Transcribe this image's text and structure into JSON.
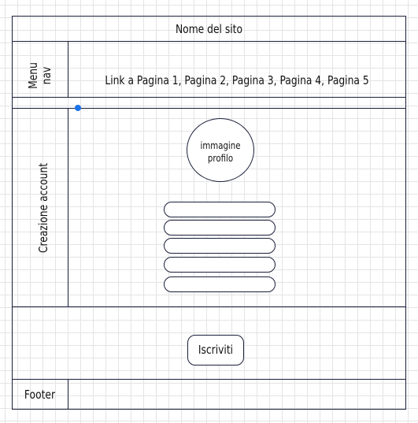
{
  "header": {
    "site_name": "Nome del sito"
  },
  "nav": {
    "label_line1": "Menu",
    "label_line2": "nav",
    "links": "Link a Pagina 1, Pagina 2, Pagina 3, Pagina 4, Pagina 5"
  },
  "main": {
    "section_label": "Creazione account",
    "profile_line1": "immagine",
    "profile_line2": "profilo",
    "field_count": 5,
    "submit_label": "Iscriviti"
  },
  "footer": {
    "label": "Footer"
  },
  "colors": {
    "stroke": "#1a1f3a",
    "handle": "#1a73e8",
    "grid": "#e4e4e4"
  }
}
